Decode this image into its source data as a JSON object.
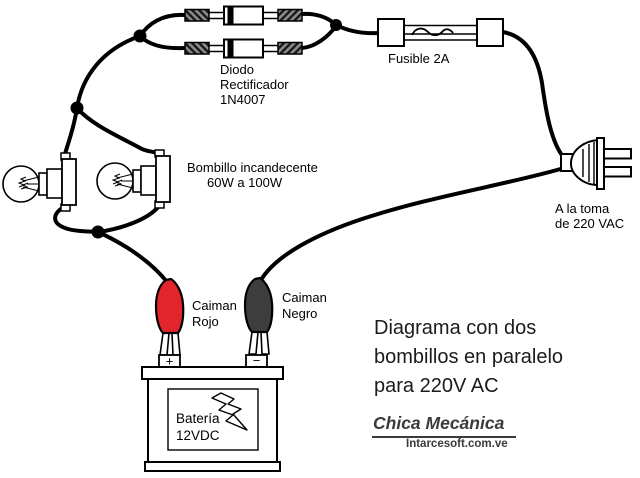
{
  "colors": {
    "wire": "#000000",
    "clip_red": "#e2252b",
    "clip_black": "#3d3d3d",
    "terminal_gray": "#8c8c8c",
    "brand_text": "#3a3a3a"
  },
  "labels": {
    "diode": [
      "Diodo",
      "Rectificador",
      "1N4007"
    ],
    "fuse": "Fusible 2A",
    "bulb": [
      "Bombillo incandecente",
      "60W a 100W"
    ],
    "outlet": [
      "A la toma",
      "de  220 VAC"
    ],
    "clip_red": [
      "Caiman",
      "Rojo"
    ],
    "clip_black": [
      "Caiman",
      "Negro"
    ],
    "battery": [
      "Batería",
      "12VDC"
    ],
    "battery_plus": "+",
    "battery_minus": "−",
    "caption": [
      "Diagrama con dos",
      "bombillos en paralelo",
      "para 220V AC"
    ],
    "brand": "Chica Mecánica",
    "website": "Intarcesoft.com.ve"
  }
}
